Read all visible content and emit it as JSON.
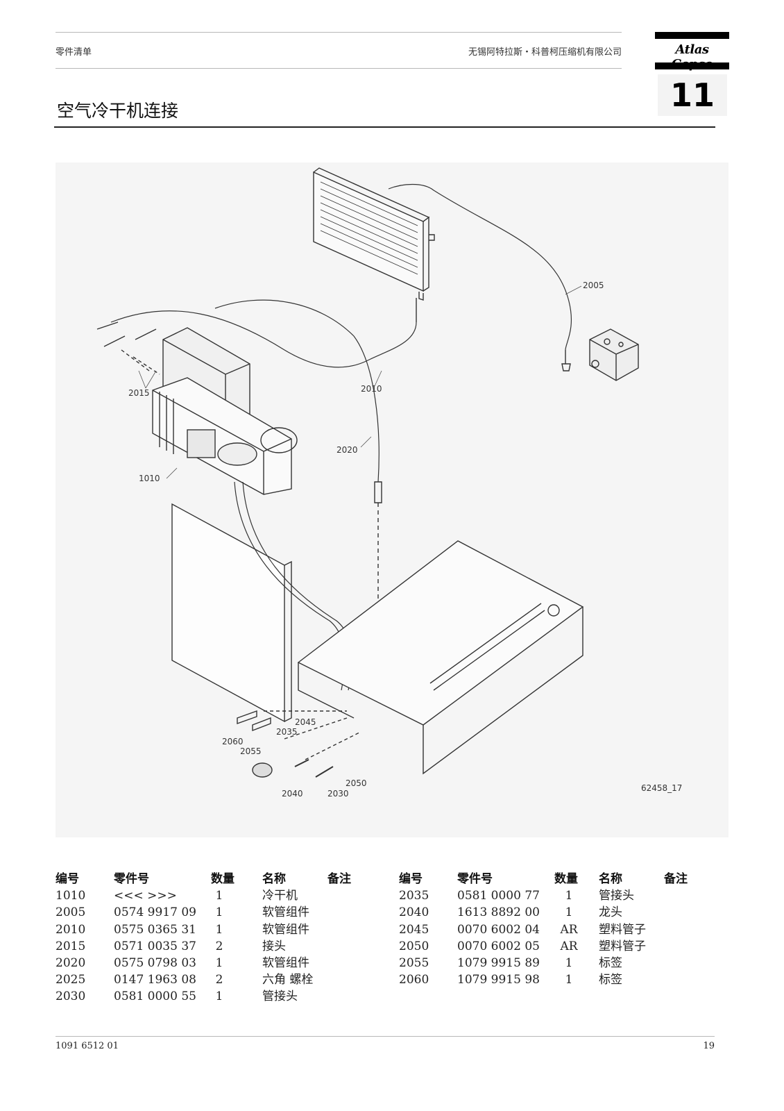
{
  "header": {
    "left": "零件清单",
    "company": "无锡阿特拉斯・科普柯压缩机有限公司",
    "logo": "Atlas Copco",
    "section_number": "11",
    "title": "空气冷干机连接"
  },
  "figure": {
    "drawing_number": "62458_17",
    "callouts": [
      "2005",
      "2010",
      "2015",
      "2020",
      "1010",
      "2045",
      "2035",
      "2060",
      "2055",
      "2050",
      "2040",
      "2030"
    ]
  },
  "table": {
    "headers": [
      "编号",
      "零件号",
      "数量",
      "名称",
      "备注"
    ],
    "left": [
      {
        "no": "1010",
        "part": "<<< >>>",
        "qty": "1",
        "name": "冷干机",
        "note": ""
      },
      {
        "no": "2005",
        "part": "0574 9917 09",
        "qty": "1",
        "name": "软管组件",
        "note": ""
      },
      {
        "no": "2010",
        "part": "0575 0365 31",
        "qty": "1",
        "name": "软管组件",
        "note": ""
      },
      {
        "no": "2015",
        "part": "0571 0035 37",
        "qty": "2",
        "name": "接头",
        "note": ""
      },
      {
        "no": "2020",
        "part": "0575 0798 03",
        "qty": "1",
        "name": "软管组件",
        "note": ""
      },
      {
        "no": "2025",
        "part": "0147 1963 08",
        "qty": "2",
        "name": "六角 螺栓",
        "note": ""
      },
      {
        "no": "2030",
        "part": "0581 0000 55",
        "qty": "1",
        "name": "管接头",
        "note": ""
      }
    ],
    "right": [
      {
        "no": "2035",
        "part": "0581 0000 77",
        "qty": "1",
        "name": "管接头",
        "note": ""
      },
      {
        "no": "2040",
        "part": "1613 8892 00",
        "qty": "1",
        "name": "龙头",
        "note": ""
      },
      {
        "no": "2045",
        "part": "0070 6002 04",
        "qty": "AR",
        "name": "塑料管子",
        "note": ""
      },
      {
        "no": "2050",
        "part": "0070 6002 05",
        "qty": "AR",
        "name": "塑料管子",
        "note": ""
      },
      {
        "no": "2055",
        "part": "1079 9915 89",
        "qty": "1",
        "name": "标签",
        "note": ""
      },
      {
        "no": "2060",
        "part": "1079 9915 98",
        "qty": "1",
        "name": "标签",
        "note": ""
      }
    ]
  },
  "footer": {
    "doc_number": "1091 6512 01",
    "page": "19"
  }
}
